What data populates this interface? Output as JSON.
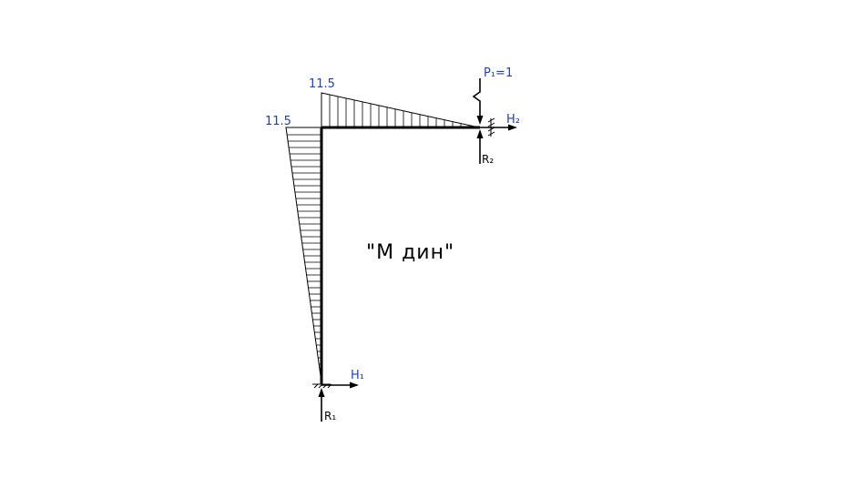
{
  "title": "\"M дин\"",
  "moments": {
    "beam_left_value": "11.5",
    "column_top_value": "11.5"
  },
  "labels": {
    "load": "P₁=1",
    "h1": "H₁",
    "h2": "H₂",
    "r1": "R₁",
    "r2": "R₂"
  },
  "colors": {
    "label_blue": "#1f3fbf",
    "line": "#000000"
  }
}
